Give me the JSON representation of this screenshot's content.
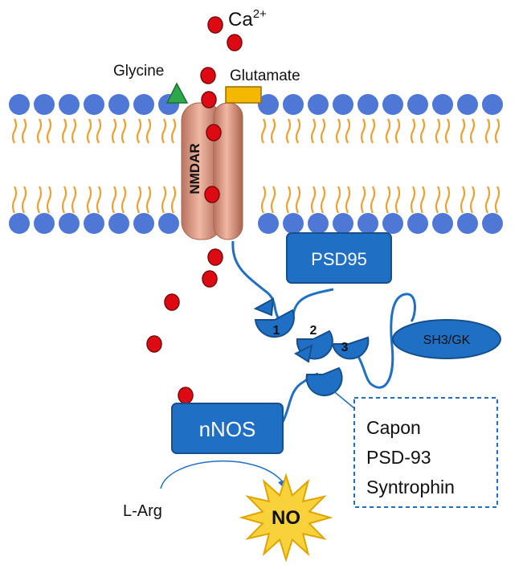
{
  "labels": {
    "calcium": "Ca",
    "calcium_charge": "2+",
    "glycine": "Glycine",
    "glutamate": "Glutamate",
    "nmdar": "NMDAR",
    "psd95": "PSD95",
    "sh3gk": "SH3/GK",
    "nnos": "nNOS",
    "larg": "L-Arg",
    "no": "NO",
    "pdz1": "1",
    "pdz2": "2",
    "pdz3": "3"
  },
  "binding_partners": [
    "Capon",
    "PSD-93",
    "Syntrophin"
  ],
  "colors": {
    "lipid_head": "#4f77d6",
    "lipid_tail": "#f0a030",
    "receptor": "#d9937a",
    "protein": "#1f6fc4",
    "protein_dark": "#16508c",
    "ion": "#dd0a14",
    "glycine": "#2ea84a",
    "glutamate": "#f5b800",
    "no_burst": "#f7d23a"
  }
}
